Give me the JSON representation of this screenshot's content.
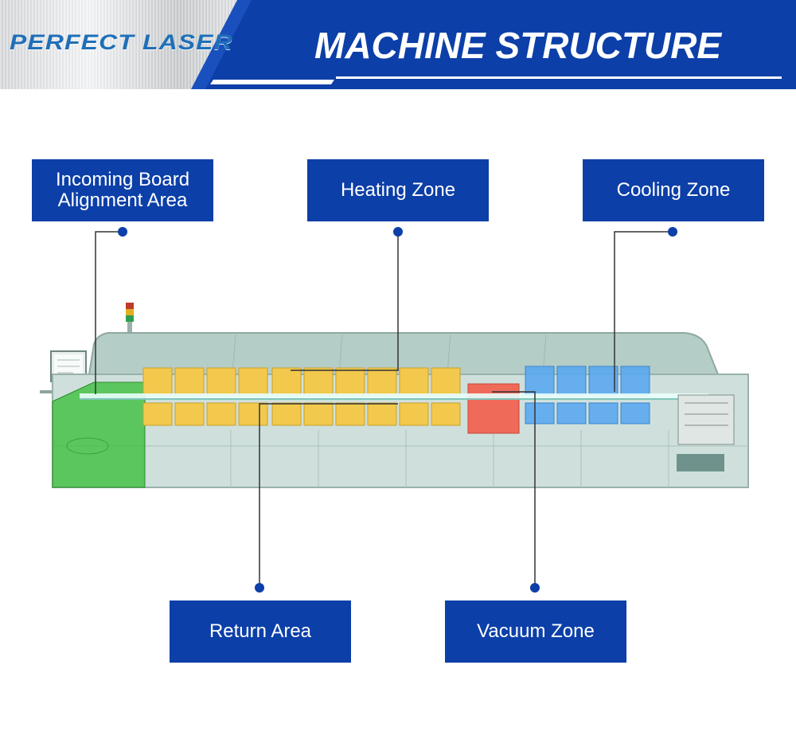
{
  "header": {
    "logo_text": "PERFECT LASER",
    "title": "MACHINE STRUCTURE",
    "colors": {
      "banner": "#0c3fa8",
      "logo": "#1f6fb8"
    }
  },
  "labels": {
    "incoming": "Incoming Board Alignment Area",
    "heating": "Heating Zone",
    "cooling": "Cooling Zone",
    "return": "Return Area",
    "vacuum": "Vacuum Zone"
  },
  "colors": {
    "label_bg": "#0c3fa8",
    "incoming_zone": "#3fbf3f",
    "heating_zone": "#f2c94c",
    "cooling_zone": "#5aa9f0",
    "vacuum_zone": "#f06a5a",
    "machine_body": "#b9d3cd"
  }
}
